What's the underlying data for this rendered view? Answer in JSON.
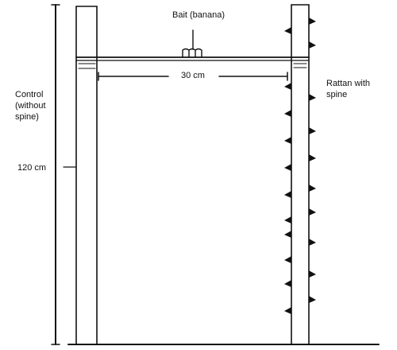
{
  "labels": {
    "bait": "Bait (banana)",
    "distance": "30 cm",
    "rattan": [
      "Rattan with",
      "spine"
    ],
    "control": [
      "Control",
      "(without",
      "spine)"
    ],
    "height": "120 cm"
  },
  "colors": {
    "ink": "#111111",
    "background": "#ffffff"
  }
}
